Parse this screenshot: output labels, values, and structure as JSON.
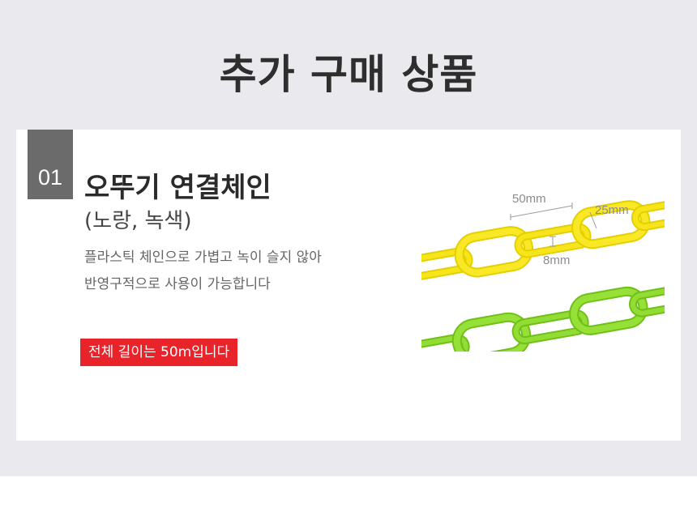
{
  "title": "추가 구매 상품",
  "product": {
    "number": "01",
    "name": "오뚜기 연결체인",
    "subtitle": "(노랑, 녹색)",
    "description_lines": [
      "플라스틱 체인으로 가볍고 녹이 슬지 않아",
      "반영구적으로 사용이 가능합니다"
    ],
    "length_note": "전체 길이는 50m입니다"
  },
  "dimensions": {
    "length": "50mm",
    "width": "25mm",
    "thickness": "8mm"
  },
  "colors": {
    "background": "#e9e9ee",
    "badge_gray": "#6b6b6b",
    "badge_red": "#e8232a",
    "chain_yellow": "#f5e10a",
    "chain_green": "#8ed82c"
  },
  "icons": [
    "yellow-chain-image",
    "green-chain-image"
  ]
}
